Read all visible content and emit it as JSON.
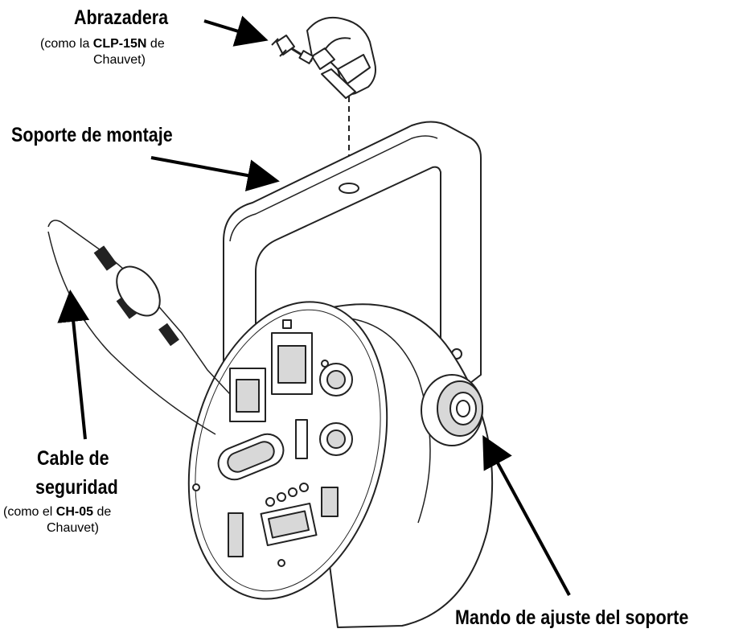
{
  "labels": {
    "clamp": {
      "title": "Abrazadera",
      "sub_prefix": "(como la ",
      "sub_model": "CLP-15N",
      "sub_suffix": " de",
      "sub_line2": "Chauvet)"
    },
    "bracket": {
      "title": "Soporte de montaje"
    },
    "safety_cable": {
      "title_line1": "Cable de",
      "title_line2": "seguridad",
      "sub_prefix": "(como el ",
      "sub_model": "CH-05",
      "sub_suffix": " de",
      "sub_line2": "Chauvet)"
    },
    "knob": {
      "title": "Mando de ajuste del soporte"
    }
  },
  "colors": {
    "ink": "#000000",
    "line": "#222222",
    "fill": "#ffffff",
    "shade": "#d8d8d8"
  }
}
